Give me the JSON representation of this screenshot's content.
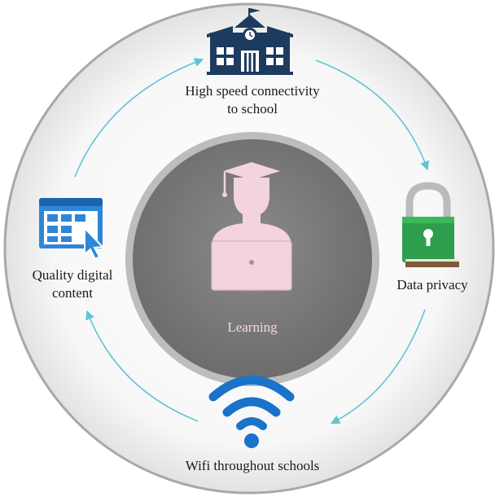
{
  "center": {
    "label": "Learning",
    "icon": "student-laptop-icon"
  },
  "nodes": {
    "top": {
      "icon": "school-building-icon",
      "line1": "High speed connectivity",
      "line2": "to school"
    },
    "right": {
      "icon": "padlock-icon",
      "line1": "Data privacy"
    },
    "bottom": {
      "icon": "wifi-icon",
      "line1": "Wifi throughout schools"
    },
    "left": {
      "icon": "digital-content-screen-icon",
      "line1": "Quality digital",
      "line2": "content"
    }
  },
  "colors": {
    "outer_ring": "#eeeeee",
    "inner_disc": "#7b7b7b",
    "inner_ring": "#b9b9b9",
    "arrow": "#5fc4d3",
    "school": "#1d3a5f",
    "lock": "#2e9e4c",
    "wifi": "#1a73c8",
    "content": "#2f86d6",
    "student": "#f4d3e0"
  }
}
